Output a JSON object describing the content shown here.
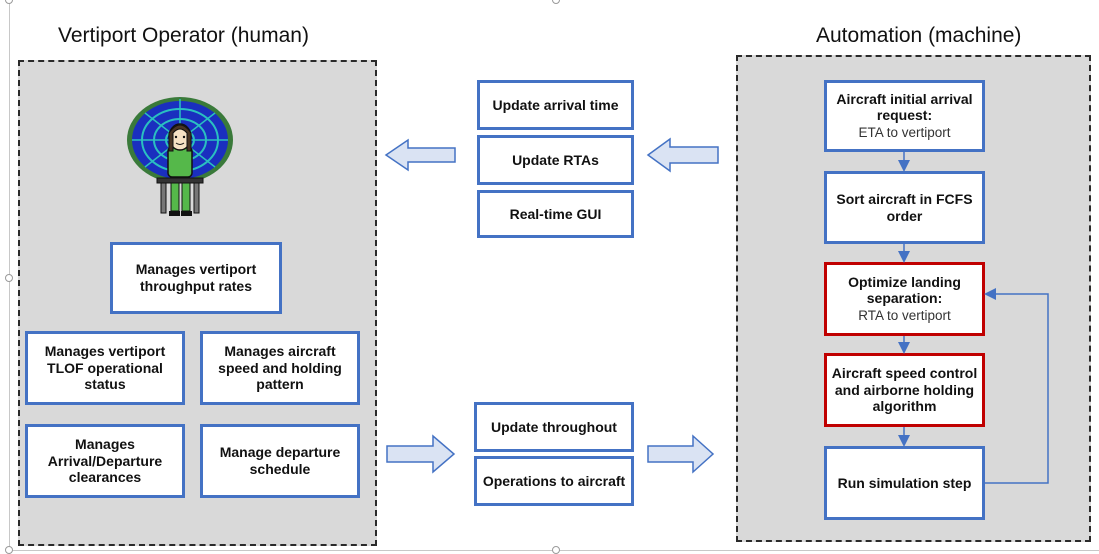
{
  "headings": {
    "operator": "Vertiport Operator (human)",
    "automation": "Automation (machine)"
  },
  "operator": {
    "throughput": "Manages vertiport throughput rates",
    "tlof": "Manages vertiport TLOF operational status",
    "speed": "Manages aircraft speed and holding pattern",
    "clearances": "Manages Arrival/Departure clearances",
    "departure": "Manage departure schedule"
  },
  "middle_top": {
    "arrival_time": "Update arrival time",
    "rtas": "Update RTAs",
    "gui": "Real-time GUI"
  },
  "middle_bottom": {
    "throughout": "Update throughout",
    "operations": "Operations to aircraft"
  },
  "automation": {
    "request_title": "Aircraft initial arrival request:",
    "request_sub": "ETA to vertiport",
    "sort": "Sort aircraft in FCFS order",
    "optimize_title": "Optimize landing separation:",
    "optimize_sub": "RTA to vertiport",
    "speed_control": "Aircraft speed control and airborne holding algorithm",
    "simulate": "Run simulation step"
  },
  "colors": {
    "box_border": "#4472c4",
    "red_border": "#c00000",
    "panel_fill": "#d9d9d9",
    "arrow_fill": "#dae3f3",
    "arrow_stroke": "#4472c4"
  },
  "icons": {
    "operator": "air-traffic-controller-icon"
  }
}
